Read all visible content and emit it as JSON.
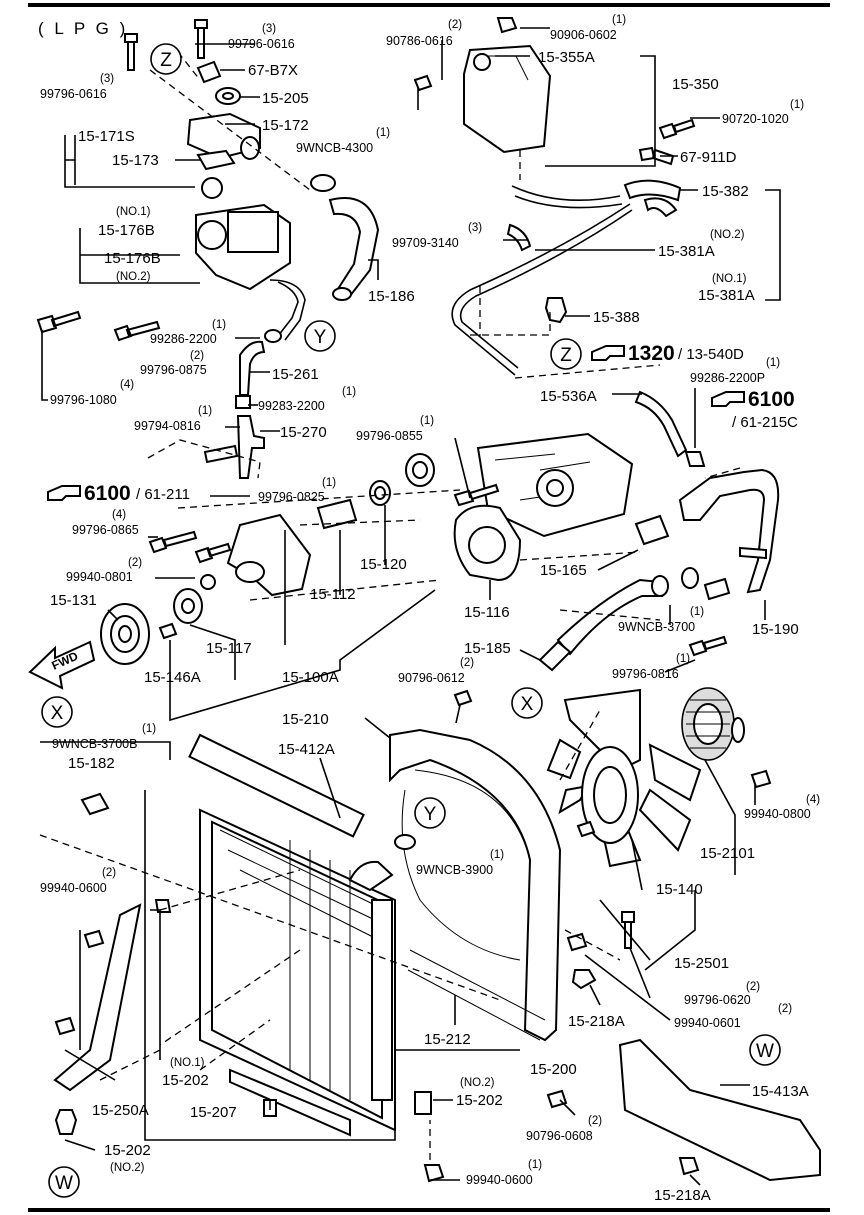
{
  "header": {
    "variant": "( L P G )"
  },
  "parts": [
    {
      "pn": "99796-0616",
      "qty": "(3)"
    },
    {
      "pn": "99796-0616",
      "qty": "(3)"
    },
    {
      "pn": "67-B7X"
    },
    {
      "pn": "15-205"
    },
    {
      "pn": "15-172"
    },
    {
      "pn": "15-171S"
    },
    {
      "pn": "15-173"
    },
    {
      "pn": "9WNCB-4300",
      "qty": "(1)"
    },
    {
      "pn": "15-176B",
      "note": "(NO.1)"
    },
    {
      "pn": "15-176B",
      "note": "(NO.2)"
    },
    {
      "pn": "15-186"
    },
    {
      "pn": "99286-2200",
      "qty": "(1)"
    },
    {
      "pn": "99796-0875",
      "qty": "(2)"
    },
    {
      "pn": "99796-1080",
      "qty": "(4)"
    },
    {
      "pn": "15-261"
    },
    {
      "pn": "99283-2200",
      "qty": "(1)"
    },
    {
      "pn": "99794-0816",
      "qty": "(1)"
    },
    {
      "pn": "15-270"
    },
    {
      "pn": "90786-0616",
      "qty": "(2)"
    },
    {
      "pn": "90906-0602",
      "qty": "(1)"
    },
    {
      "pn": "15-355A"
    },
    {
      "pn": "15-350"
    },
    {
      "pn": "90720-1020",
      "qty": "(1)"
    },
    {
      "pn": "67-911D"
    },
    {
      "pn": "15-382"
    },
    {
      "pn": "99709-3140",
      "qty": "(3)"
    },
    {
      "pn": "15-381A",
      "note": "(NO.2)"
    },
    {
      "pn": "15-381A",
      "note": "(NO.1)"
    },
    {
      "pn": "15-388"
    },
    {
      "pn": "99286-2200P",
      "qty": "(1)"
    },
    {
      "pn": "15-536A"
    },
    {
      "pn": "99796-0855",
      "qty": "(1)"
    },
    {
      "pn": "99796-0825",
      "qty": "(1)"
    },
    {
      "pn": "99796-0865",
      "qty": "(4)"
    },
    {
      "pn": "99940-0801",
      "qty": "(2)"
    },
    {
      "pn": "15-120"
    },
    {
      "pn": "15-112"
    },
    {
      "pn": "15-116"
    },
    {
      "pn": "15-165"
    },
    {
      "pn": "15-131"
    },
    {
      "pn": "15-117"
    },
    {
      "pn": "15-146A"
    },
    {
      "pn": "15-100A"
    },
    {
      "pn": "15-185"
    },
    {
      "pn": "9WNCB-3700",
      "qty": "(1)"
    },
    {
      "pn": "15-190"
    },
    {
      "pn": "90796-0612",
      "qty": "(2)"
    },
    {
      "pn": "99796-0816",
      "qty": "(1)"
    },
    {
      "pn": "15-210"
    },
    {
      "pn": "15-412A"
    },
    {
      "pn": "9WNCB-3700B",
      "qty": "(1)"
    },
    {
      "pn": "15-182"
    },
    {
      "pn": "9WNCB-3900",
      "qty": "(1)"
    },
    {
      "pn": "99940-0800",
      "qty": "(4)"
    },
    {
      "pn": "15-2101"
    },
    {
      "pn": "15-140"
    },
    {
      "pn": "15-2501"
    },
    {
      "pn": "99940-0600",
      "qty": "(2)"
    },
    {
      "pn": "99796-0620",
      "qty": "(2)"
    },
    {
      "pn": "99940-0601",
      "qty": "(2)"
    },
    {
      "pn": "15-218A"
    },
    {
      "pn": "15-212"
    },
    {
      "pn": "15-200"
    },
    {
      "pn": "15-202",
      "note": "(NO.1)"
    },
    {
      "pn": "15-202",
      "note": "(NO.2)"
    },
    {
      "pn": "15-207"
    },
    {
      "pn": "15-250A"
    },
    {
      "pn": "15-202",
      "note": "(NO.2)"
    },
    {
      "pn": "99940-0600",
      "qty": "(1)"
    },
    {
      "pn": "90796-0608",
      "qty": "(2)"
    },
    {
      "pn": "15-413A"
    },
    {
      "pn": "15-218A"
    }
  ],
  "references": [
    {
      "num": "1320",
      "sub": "/ 13-540D"
    },
    {
      "num": "6100",
      "sub": "/ 61-215C"
    },
    {
      "num": "6100",
      "sub": "/ 61-211"
    }
  ],
  "markers": [
    "Z",
    "Z",
    "Y",
    "Y",
    "X",
    "X",
    "W",
    "W"
  ],
  "arrow_label": "FWD"
}
